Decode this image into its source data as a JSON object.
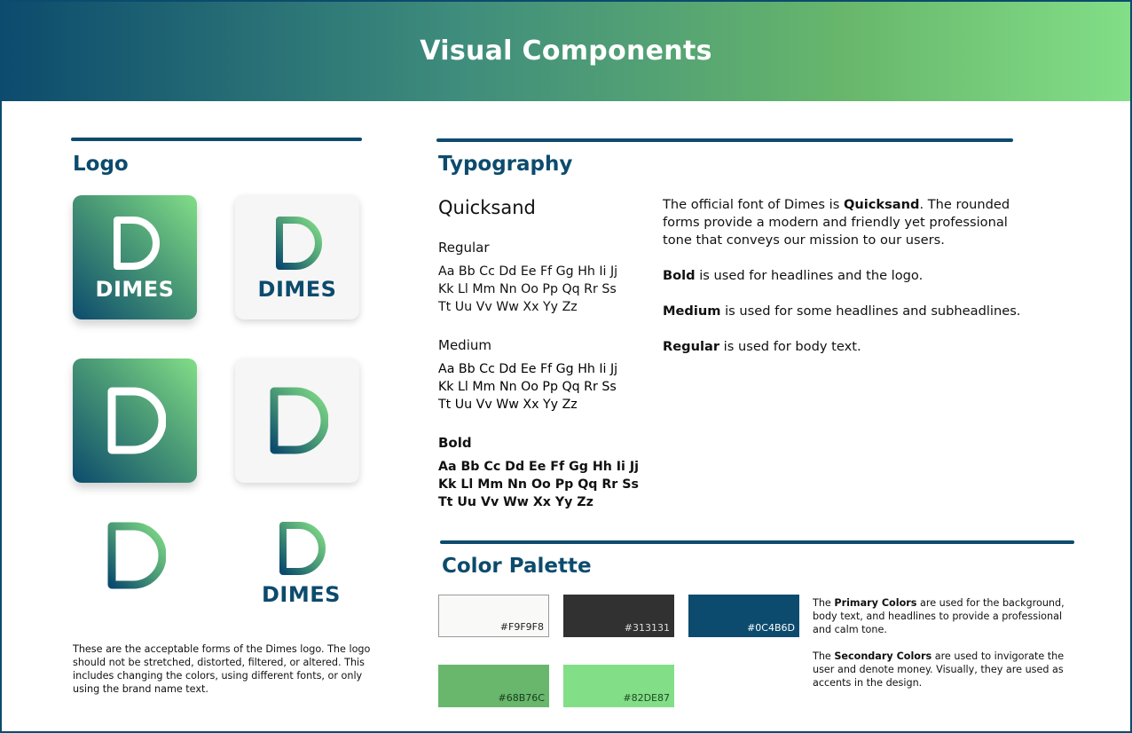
{
  "header": {
    "title": "Visual Components"
  },
  "logo_section": {
    "title": "Logo",
    "wordmark": "DIMES",
    "note": "These are the acceptable forms of the Dimes logo. The logo should not be stretched, distorted, filtered, or altered. This includes changing the colors, using different fonts, or only using the brand name text."
  },
  "typography": {
    "title": "Typography",
    "font_name": "Quicksand",
    "weights": [
      {
        "label": "Regular",
        "lines": [
          "Aa Bb Cc Dd Ee Ff Gg Hh Ii Jj",
          "Kk Ll Mm Nn Oo Pp Qq Rr Ss",
          "Tt Uu Vv Ww Xx Yy Zz"
        ]
      },
      {
        "label": "Medium",
        "lines": [
          "Aa Bb Cc Dd Ee Ff Gg Hh Ii Jj",
          "Kk Ll Mm Nn Oo Pp Qq Rr Ss",
          "Tt Uu Vv Ww Xx Yy Zz"
        ]
      },
      {
        "label": "Bold",
        "lines": [
          "Aa Bb Cc Dd Ee Ff Gg Hh Ii Jj",
          "Kk Ll Mm Nn Oo Pp Qq Rr Ss",
          "Tt Uu Vv Ww Xx Yy Zz"
        ]
      }
    ],
    "desc_intro_pre": "The official font of Dimes is ",
    "desc_intro_bold": "Quicksand",
    "desc_intro_post": ". The rounded forms provide a modern and friendly yet professional tone that conveys our mission to our users.",
    "desc_bold_term": "Bold",
    "desc_bold_text": " is used for headlines and the logo.",
    "desc_medium_term": "Medium",
    "desc_medium_text": " is used for some headlines and subheadlines.",
    "desc_regular_term": "Regular",
    "desc_regular_text": " is used for body text."
  },
  "palette": {
    "title": "Color Palette",
    "swatches": [
      {
        "hex": "#F9F9F8",
        "color": "#f9f9f8",
        "text_color": "#222222"
      },
      {
        "hex": "#313131",
        "color": "#313131",
        "text_color": "#dddddd"
      },
      {
        "hex": "#0C4B6D",
        "color": "#0c4b6d",
        "text_color": "#ffffff"
      },
      {
        "hex": "#68B76C",
        "color": "#68b76c",
        "text_color": "#1a3a1c"
      },
      {
        "hex": "#82DE87",
        "color": "#82de87",
        "text_color": "#1f4a22"
      }
    ],
    "primary_pre": "The ",
    "primary_bold": "Primary Colors",
    "primary_post": " are used for the background, body text, and headlines to provide a professional and calm tone.",
    "secondary_pre": "The ",
    "secondary_bold": "Secondary Colors",
    "secondary_post": " are used to invigorate the user and denote money. Visually, they are used as accents in the design."
  }
}
